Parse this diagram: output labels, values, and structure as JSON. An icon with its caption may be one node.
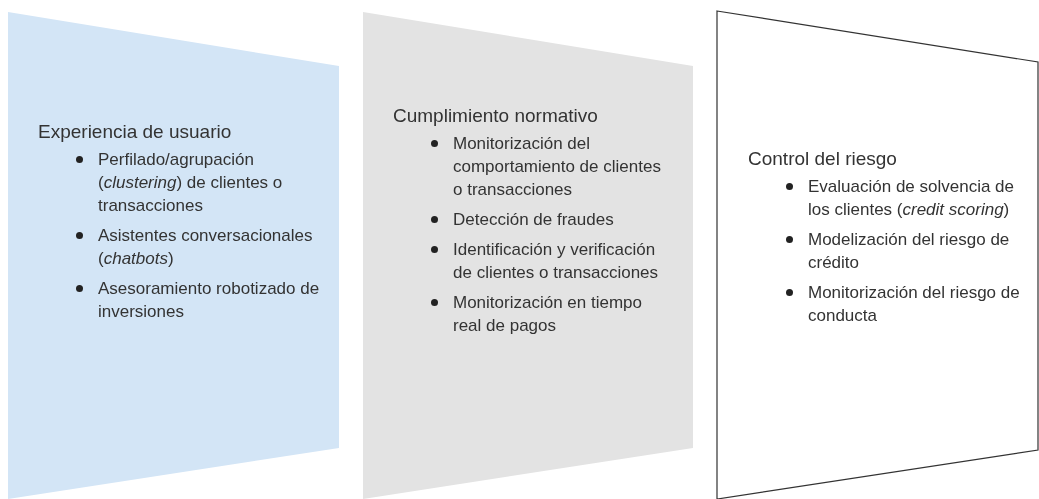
{
  "diagram": {
    "nodes": [
      {
        "text": [
          "Experiencia de usuario",
          "Perfilado/agrupación (*clustering*) de clientes o transacciones",
          "Asistentes conversacionales (*chatbots*)",
          "Asesoramiento robotizado de inversiones"
        ]
      },
      {
        "text": [
          "Cumplimiento normativo",
          "Monitorización del comportamiento de clientes o transacciones",
          "Detección de fraudes",
          "Identificación y verificación de clientes o transacciones",
          "Monitorización en tiempo real de pagos"
        ]
      },
      {
        "text": [
          "Control del riesgo",
          "Evaluación de solvencia de los clientes (*credit scoring*)",
          "Modelización del riesgo de crédito",
          "Monitorización del riesgo de conducta"
        ]
      }
    ]
  }
}
